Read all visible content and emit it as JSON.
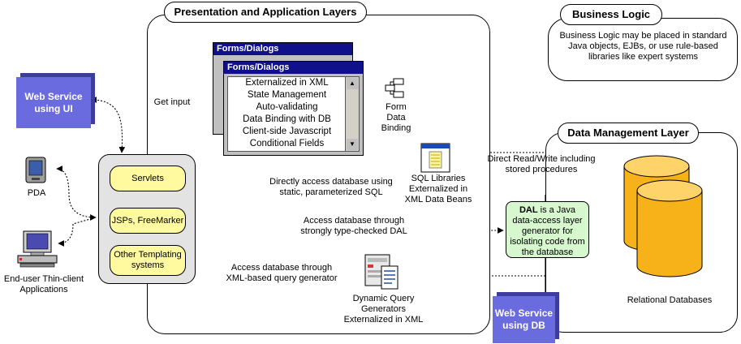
{
  "presentation": {
    "title": "Presentation and Application Layers",
    "components": [
      "Servlets",
      "JSPs, FreeMarker",
      "Other Templating systems"
    ]
  },
  "business": {
    "title": "Business Logic",
    "description": "Business Logic may be placed in standard Java objects, EJBs, or use rule-based libraries like expert systems"
  },
  "data_layer": {
    "title": "Data Management Layer",
    "relational": "Relational Databases",
    "direct_rw": "Direct Read/Write including stored procedures"
  },
  "forms": {
    "back_title": "Forms/Dialogs",
    "front_title": "Forms/Dialogs",
    "items": [
      "Externalized in XML",
      "State Management",
      "Auto-validating",
      "Data Binding with DB",
      "Client-side Javascript",
      "Conditional Fields"
    ]
  },
  "form_binding": "Form Data Binding",
  "get_input": "Get input",
  "web_service_ui": "Web Service using UI",
  "web_service_db": "Web Service using DB",
  "pda": "PDA",
  "thin_client": "End-user Thin-client Applications",
  "sql_libraries": "SQL Libraries Externalized in XML Data Beans",
  "direct_sql": "Directly access database using static, parameterized SQL",
  "typed_dal": "Access database through strongly type-checked  DAL",
  "xml_query": "Access database through XML-based query generator",
  "dynamic_query": "Dynamic Query Generators Externalized in XML",
  "dal": {
    "name": "DAL",
    "description": " is a Java data-access layer generator for isolating code from the database"
  }
}
